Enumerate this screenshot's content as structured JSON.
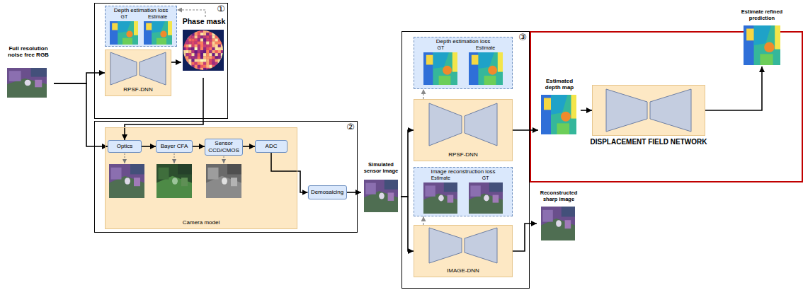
{
  "diagram": {
    "nodes": [
      {
        "text": [
          "Full resolution noise free RGB"
        ]
      },
      {
        "text": [
          "①"
        ]
      },
      {
        "text": [
          "Depth estimation loss",
          "GT",
          "Estimate"
        ],
        "in": 1
      },
      {
        "text": [
          "RPSF-DNN"
        ],
        "in": 1
      },
      {
        "text": [
          "Phase mask"
        ],
        "in": 1
      },
      {
        "text": [
          "②"
        ]
      },
      {
        "text": [
          "Camera model"
        ],
        "in": 5
      },
      {
        "text": [
          "Optics"
        ],
        "in": 6
      },
      {
        "text": [
          "Bayer CFA"
        ],
        "in": 6
      },
      {
        "text": [
          "Sensor CCD/CMOS"
        ],
        "in": 6
      },
      {
        "text": [
          "ADC"
        ],
        "in": 6
      },
      {
        "text": [
          "Demosaicing"
        ],
        "in": 5
      },
      {
        "text": [
          "Simulated sensor image"
        ]
      },
      {
        "text": [
          "③"
        ]
      },
      {
        "text": [
          "Depth estimation loss",
          "GT",
          "Estimate"
        ],
        "in": 13
      },
      {
        "text": [
          "RPSF-DNN"
        ],
        "in": 13
      },
      {
        "text": [
          "Image reconstruction loss",
          "Estimate",
          "GT"
        ],
        "in": 13
      },
      {
        "text": [
          "IMAGE-DNN"
        ],
        "in": 13
      },
      {
        "text": [
          "Estimated depth map"
        ]
      },
      {
        "text": [
          "DISPLACEMENT FIELD NETWORK"
        ]
      },
      {
        "text": [
          "Estimate refined prediction"
        ]
      },
      {
        "text": [
          "Reconstructed sharp image"
        ]
      }
    ],
    "edges": [
      {
        "from": 0,
        "to": 3,
        "arrow": "to"
      },
      {
        "from": 0,
        "to": 7,
        "arrow": "to"
      },
      {
        "from": 3,
        "to": 4,
        "arrow": "to"
      },
      {
        "from": 4,
        "to": 7,
        "arrow": "to"
      },
      {
        "from": 4,
        "to": 2,
        "arrow": "to"
      },
      {
        "from": 7,
        "to": 8,
        "arrow": "to"
      },
      {
        "from": 8,
        "to": 9,
        "arrow": "to"
      },
      {
        "from": 9,
        "to": 10,
        "arrow": "to"
      },
      {
        "from": 10,
        "to": 11,
        "arrow": "to"
      },
      {
        "from": 11,
        "to": 12,
        "arrow": "to"
      },
      {
        "from": 12,
        "to": 15,
        "arrow": "to"
      },
      {
        "from": 12,
        "to": 17,
        "arrow": "to"
      },
      {
        "from": 15,
        "to": 14,
        "arrow": "to"
      },
      {
        "from": 17,
        "to": 16,
        "arrow": "to"
      },
      {
        "from": 15,
        "to": 18,
        "arrow": "to"
      },
      {
        "from": 18,
        "to": 19,
        "arrow": "to"
      },
      {
        "from": 19,
        "to": 20,
        "arrow": "to"
      },
      {
        "from": 17,
        "to": 21,
        "arrow": "to"
      }
    ]
  }
}
